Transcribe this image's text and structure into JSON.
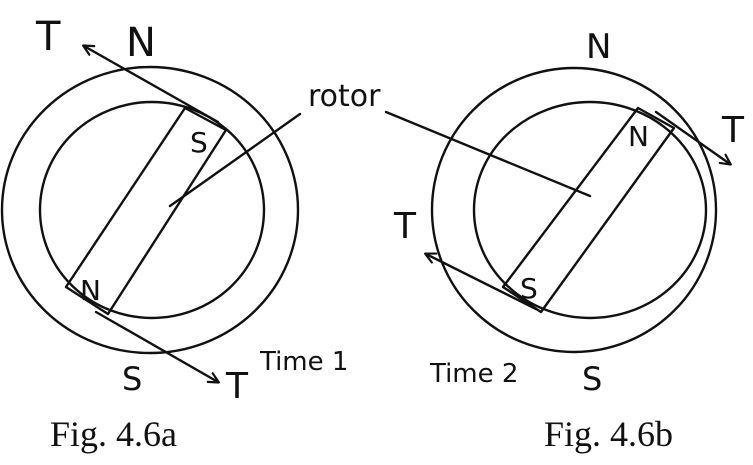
{
  "diagram_a": {
    "pole_top": "N",
    "pole_bottom": "S",
    "rotor_end_upper": "S",
    "rotor_end_lower": "N",
    "tension_upper": "T",
    "tension_lower": "T",
    "time_label": "Time 1",
    "caption": "Fig. 4.6a"
  },
  "rotor_label": "rotor",
  "diagram_b": {
    "pole_top": "N",
    "pole_bottom": "S",
    "rotor_end_upper": "N",
    "rotor_end_lower": "S",
    "tension_upper": "T",
    "tension_lower": "T",
    "time_label": "Time 2",
    "caption": "Fig. 4.6b"
  }
}
